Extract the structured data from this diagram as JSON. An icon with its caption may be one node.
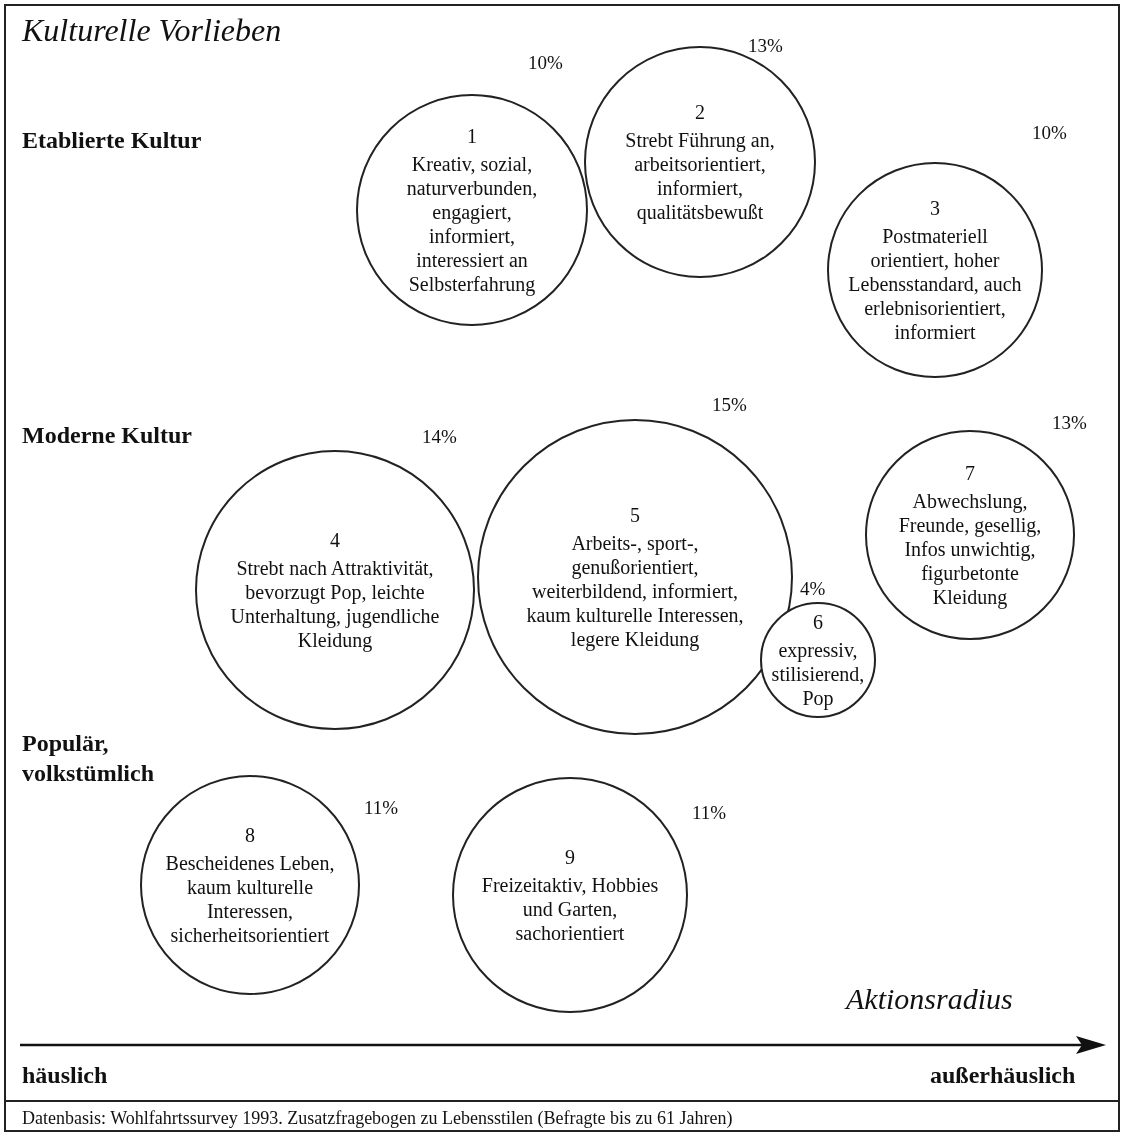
{
  "diagram": {
    "title": "Kulturelle Vorlieben",
    "caption": "Datenbasis: Wohlfahrtssurvey 1993. Zusatzfragebogen zu Lebensstilen (Befragte bis zu 61 Jahren)",
    "nodes": [
      {
        "text": [
          "1",
          "Kreativ, sozial, naturverbunden, engagiert, informiert, interessiert an Selbsterfahrung"
        ],
        "beside": [
          "10%"
        ]
      },
      {
        "text": [
          "2",
          "Strebt Führung an, arbeitsorientiert, informiert, qualitätsbewußt"
        ],
        "beside": [
          "13%"
        ]
      },
      {
        "text": [
          "3",
          "Postmateriell orientiert, hoher Lebensstandard, auch erlebnisorientiert, informiert"
        ],
        "beside": [
          "10%"
        ]
      },
      {
        "text": [
          "4",
          "Strebt nach Attraktivität, bevorzugt Pop, leichte Unterhaltung, jugendliche Kleidung"
        ],
        "beside": [
          "14%"
        ]
      },
      {
        "text": [
          "5",
          "Arbeits-, sport-, genußorientiert, weiterbildend, informiert, kaum kulturelle Interessen, legere Kleidung"
        ],
        "beside": [
          "15%"
        ]
      },
      {
        "text": [
          "6",
          "expressiv, stilisierend, Pop"
        ],
        "beside": [
          "4%"
        ]
      },
      {
        "text": [
          "7",
          "Abwechslung, Freunde, gesellig, Infos unwichtig, figurbetonte Kleidung"
        ],
        "beside": [
          "13%"
        ]
      },
      {
        "text": [
          "8",
          "Bescheidenes Leben, kaum kulturelle Interessen, sicherheitsorientiert"
        ],
        "beside": [
          "11%"
        ]
      },
      {
        "text": [
          "9",
          "Freizeitaktiv, Hobbies und Garten, sachorientiert"
        ],
        "beside": [
          "11%"
        ]
      }
    ],
    "labels": [
      "Etablierte Kultur",
      "Moderne Kultur",
      "Populär, volkstümlich",
      "Aktionsradius",
      "häuslich",
      "außerhäuslich"
    ]
  }
}
